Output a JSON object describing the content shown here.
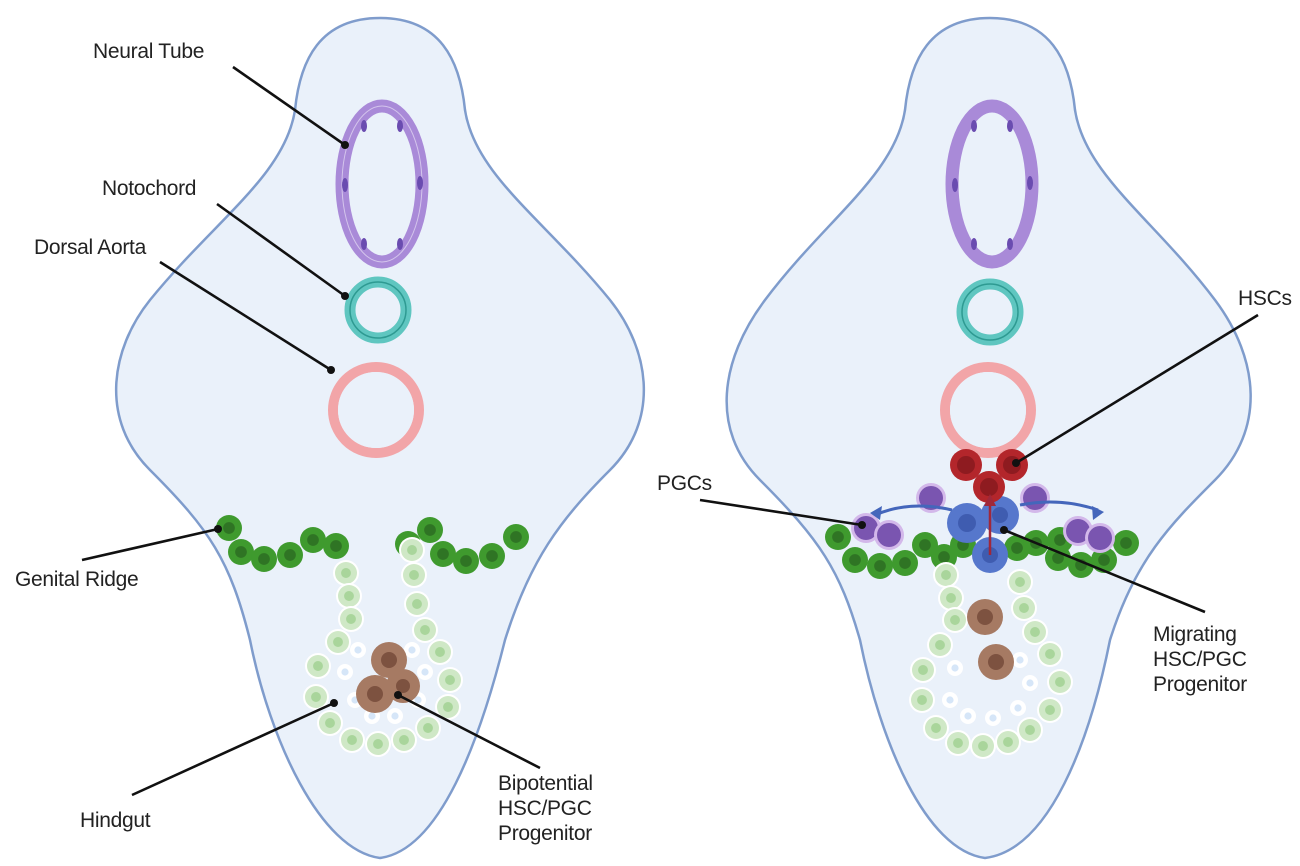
{
  "figure": {
    "panels": [
      {
        "id": "left",
        "description": "Embryo cross-section with bipotential progenitor in hindgut",
        "labels": {
          "neural_tube": "Neural Tube",
          "notochord": "Notochord",
          "dorsal_aorta": "Dorsal Aorta",
          "genital_ridge": "Genital Ridge",
          "hindgut": "Hindgut",
          "progenitor": [
            "Bipotential",
            "HSC/PGC",
            "Progenitor"
          ]
        }
      },
      {
        "id": "right",
        "description": "Embryo cross-section with migrating progenitor giving rise to HSCs and PGCs",
        "labels": {
          "hscs": "HSCs",
          "pgcs": "PGCs",
          "progenitor": [
            "Migrating",
            "HSC/PGC",
            "Progenitor"
          ]
        }
      }
    ],
    "colors": {
      "body_fill": "#eaf1fa",
      "body_stroke": "#7f9ccc",
      "neural_tube": "#a98ad8",
      "neural_tube_nuclei": "#6a4cb0",
      "notochord": "#5fc6c0",
      "dorsal_aorta": "#f2a5a8",
      "genital_ridge": "#3f9a2e",
      "genital_ridge_nucleus": "#2f7424",
      "hindgut_cell": "#cfe8c6",
      "hindgut_nucleus": "#a9d59b",
      "hindgut_lumen_cell": "#d6e6f8",
      "progenitor": "#a67a63",
      "progenitor_nucleus": "#7d5240",
      "hsc": "#b3262b",
      "hsc_nucleus": "#8e1b20",
      "pgc": "#7a55b0",
      "pgc_halo": "#d3b8ea",
      "migrating": "#5677cc",
      "migrating_nucleus": "#3f5cb0",
      "arrow_blue": "#4466bb",
      "arrow_red": "#a0283a"
    }
  }
}
